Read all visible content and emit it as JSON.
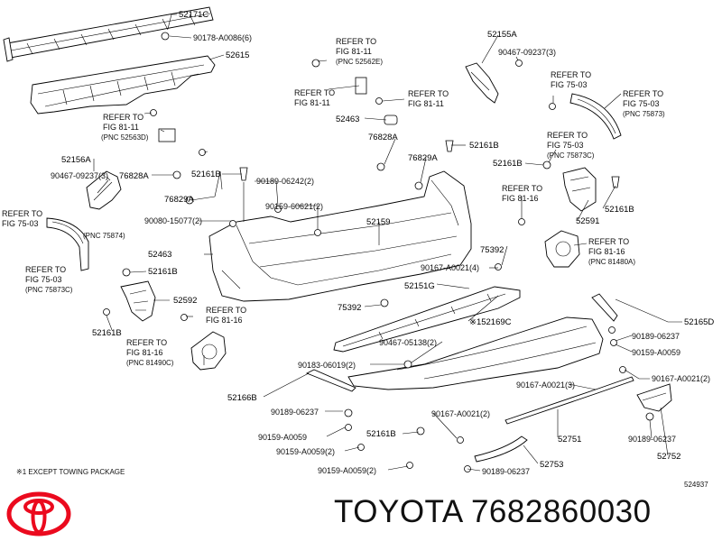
{
  "brand": {
    "logo_name": "toyota-logo",
    "logo_color": "#eb0a1e",
    "text": "TOYOTA 7682860030"
  },
  "diagram": {
    "code": "524937",
    "footnote": "※1 EXCEPT TOWING PACKAGE",
    "labels": [
      "52171C",
      "90178-A0086(6)",
      "52615",
      "REFER TO",
      "FIG 81-11",
      "(PNC 52563D)",
      "52156A",
      "90467-09237(3)",
      "76828A",
      "52161B",
      "90189-06242(2)",
      "REFER TO",
      "FIG 75-03",
      "(PNC 75874)",
      "76829A",
      "90080-15077(2)",
      "90159-60621(2)",
      "52159",
      "52463",
      "REFER TO",
      "FIG 75-03",
      "(PNC 75873C)",
      "52161B",
      "52592",
      "REFER TO",
      "FIG 81-16",
      "REFER TO",
      "FIG 81-16",
      "(PNC 81490C)",
      "52161B",
      "REFER TO",
      "FIG 81-11",
      "(PNC 52562E)",
      "REFER TO",
      "FIG 81-11",
      "REFER TO",
      "FIG 81-11",
      "52463",
      "76828A",
      "76829A",
      "52161B",
      "52155A",
      "90467-09237(3)",
      "REFER TO",
      "FIG 75-03",
      "REFER TO",
      "FIG 75-03",
      "(PNC 75873)",
      "REFER TO",
      "FIG 75-03",
      "(PNC 75873C)",
      "52161B",
      "REFER TO",
      "FIG 81-16",
      "52161B",
      "52591",
      "REFER TO",
      "FIG 81-16",
      "(PNC 81480A)",
      "75392",
      "90167-A0021(4)",
      "52151G",
      "75392",
      "※152169C",
      "90467-05138(2)",
      "52165D",
      "90189-06237",
      "90159-A0059",
      "90183-06019(2)",
      "52166B",
      "90189-06237",
      "90159-A0059",
      "90159-A0059(2)",
      "52161B",
      "90167-A0021(2)",
      "90159-A0059(2)",
      "90189-06237",
      "52753",
      "52751",
      "90167-A0021(3)",
      "90167-A0021(2)",
      "90189-06237",
      "52752"
    ]
  }
}
